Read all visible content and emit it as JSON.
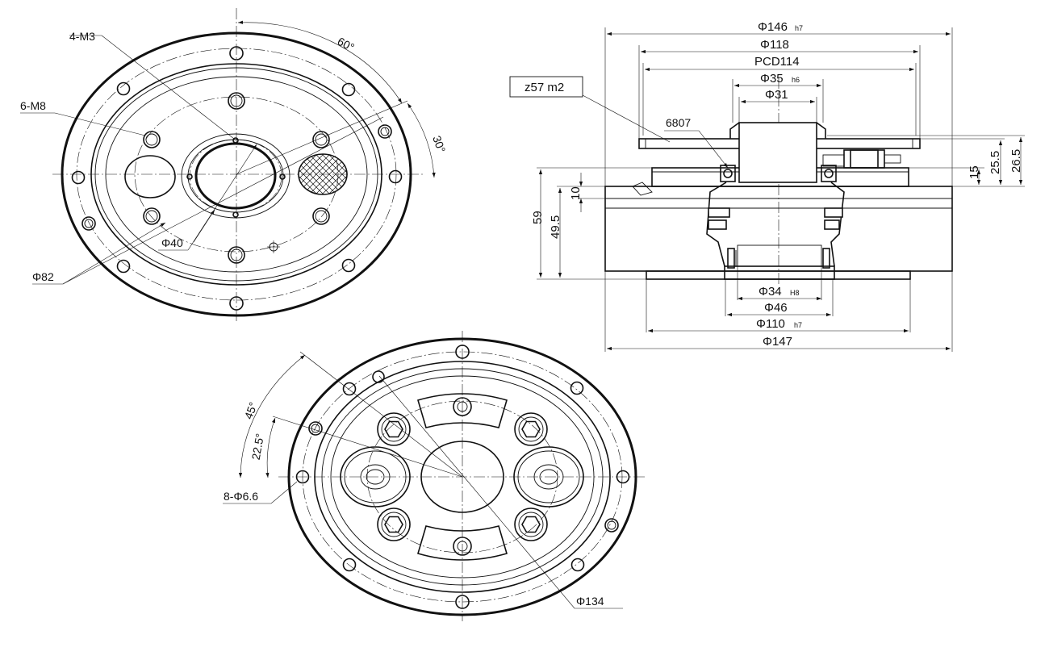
{
  "top_view": {
    "callouts": {
      "m3": "4-M3",
      "m8": "6-M8",
      "d40": "Φ40",
      "d82": "Φ82",
      "a60": "60°",
      "a30": "30°"
    }
  },
  "section_view": {
    "top_dims": {
      "d146": "Φ146",
      "d146_tol": "h7",
      "d118": "Φ118",
      "pcd114": "PCD114",
      "d35": "Φ35",
      "d35_tol": "h6",
      "d31": "Φ31"
    },
    "labels": {
      "gear": "z57 m2",
      "bearing": "6807"
    },
    "side_dims": {
      "h59": "59",
      "h49_5": "49.5",
      "h10": "10",
      "h15": "15",
      "h25_5": "25.5",
      "h26_5": "26.5"
    },
    "bottom_dims": {
      "d34": "Φ34",
      "d34_tol": "H8",
      "d46": "Φ46",
      "d110": "Φ110",
      "d110_tol": "h7",
      "d147": "Φ147"
    }
  },
  "bottom_view": {
    "callouts": {
      "a45": "45°",
      "a22_5": "22.5°",
      "holes": "8-Φ6.6",
      "d134": "Φ134"
    }
  }
}
